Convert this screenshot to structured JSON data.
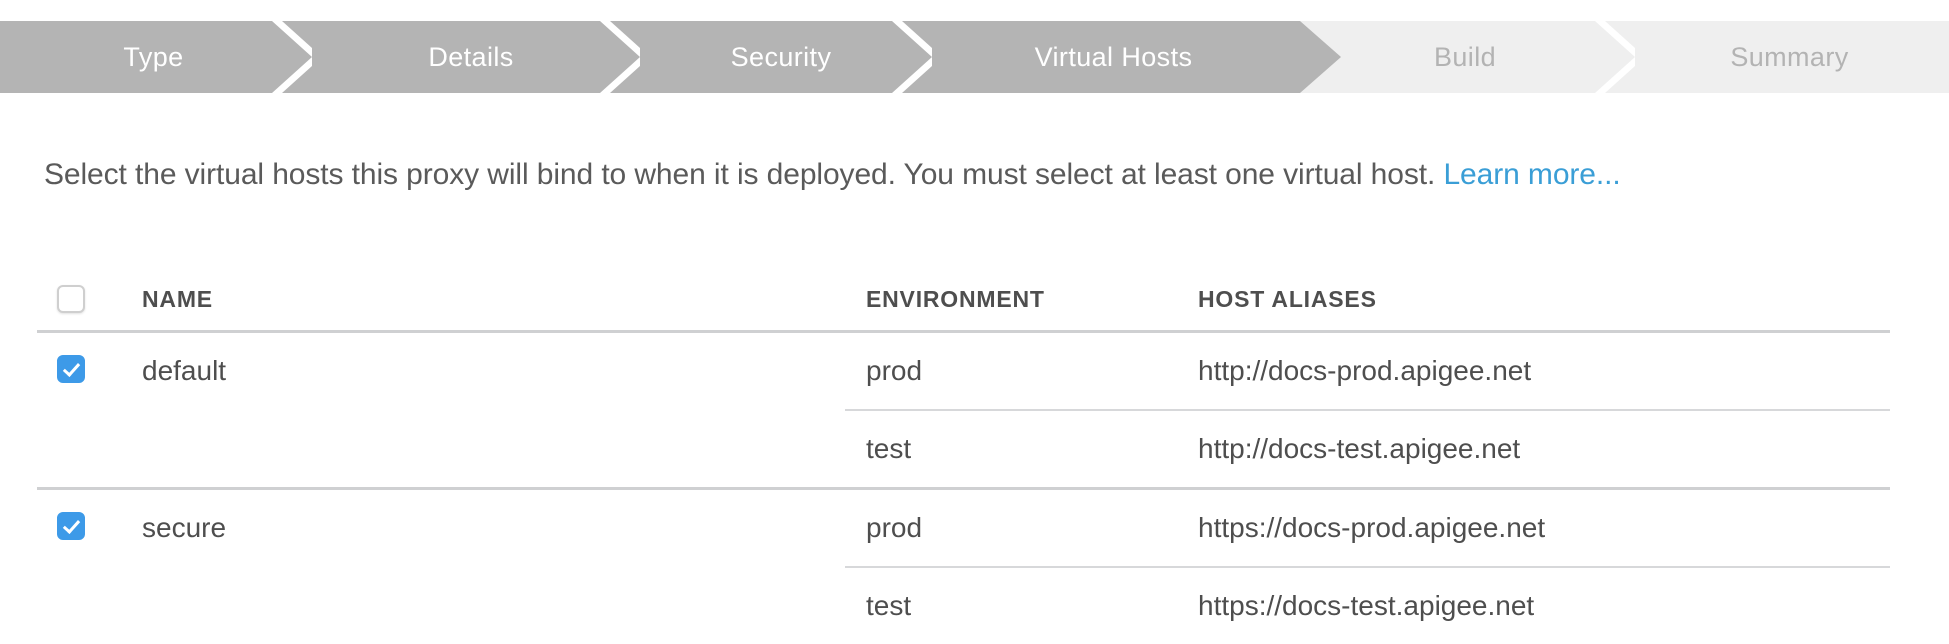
{
  "wizard": {
    "steps": [
      {
        "label": "Type",
        "state": "done"
      },
      {
        "label": "Details",
        "state": "done"
      },
      {
        "label": "Security",
        "state": "done"
      },
      {
        "label": "Virtual Hosts",
        "state": "done"
      },
      {
        "label": "Build",
        "state": "todo"
      },
      {
        "label": "Summary",
        "state": "todo"
      }
    ],
    "done_bg": "#b4b4b4",
    "done_fg": "#ffffff",
    "todo_bg": "#efefef",
    "todo_fg": "#b3b3b3"
  },
  "description": {
    "text": "Select the virtual hosts this proxy will bind to when it is deployed. You must select at least one virtual host.",
    "link_label": "Learn more...",
    "link_color": "#3a9ed6"
  },
  "table": {
    "headers": {
      "name": "NAME",
      "environment": "ENVIRONMENT",
      "host_aliases": "HOST ALIASES"
    },
    "select_all_checked": false,
    "accent_color": "#3d9ae8",
    "groups": [
      {
        "name": "default",
        "checked": true,
        "rows": [
          {
            "environment": "prod",
            "host_alias": "http://docs-prod.apigee.net"
          },
          {
            "environment": "test",
            "host_alias": "http://docs-test.apigee.net"
          }
        ]
      },
      {
        "name": "secure",
        "checked": true,
        "rows": [
          {
            "environment": "prod",
            "host_alias": "https://docs-prod.apigee.net"
          },
          {
            "environment": "test",
            "host_alias": "https://docs-test.apigee.net"
          }
        ]
      }
    ]
  }
}
